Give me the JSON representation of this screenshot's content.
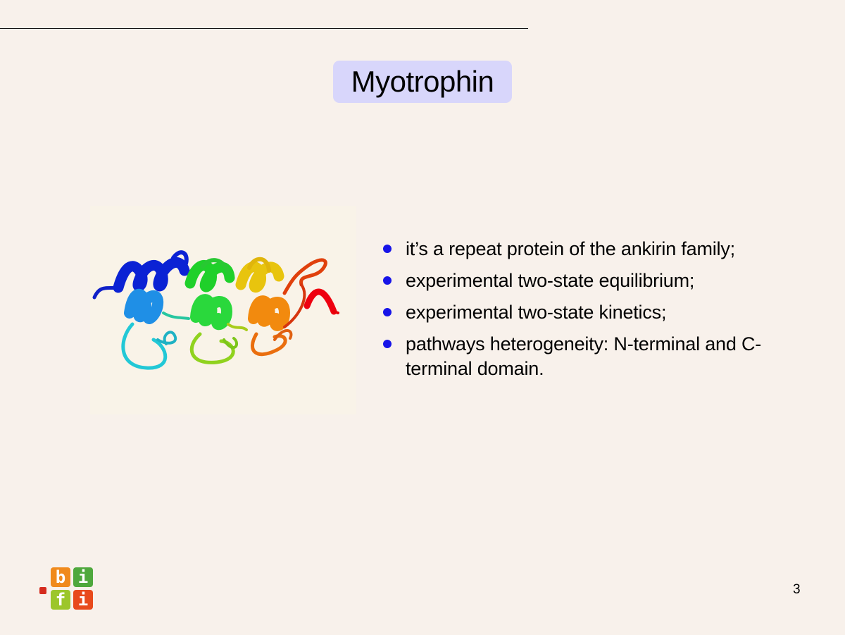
{
  "slide": {
    "title": "Myotrophin",
    "page_number": "3"
  },
  "bullets": [
    "it’s a repeat protein of the ankirin family;",
    "experimental two-state equilibrium;",
    "experimental two-state kinetics;",
    "pathways heterogeneity: N-terminal and C-terminal domain."
  ],
  "figure": {
    "icon": "protein-ribbon-structure",
    "colors": [
      "#0a1fd6",
      "#1b8fe0",
      "#22d0d0",
      "#1ec83a",
      "#8fd11e",
      "#e8c70e",
      "#f28a0e",
      "#e0420c",
      "#e8000a"
    ]
  },
  "logo": {
    "letters": [
      "b",
      "i",
      "f",
      "i"
    ],
    "colors": [
      "#f08a1c",
      "#4fa83d",
      "#9cc62b",
      "#e84a1c",
      "#d52b1e"
    ]
  },
  "theme": {
    "background": "#f8f1eb",
    "title_box": "#d8d6fb",
    "bullet": "#1714e8"
  }
}
